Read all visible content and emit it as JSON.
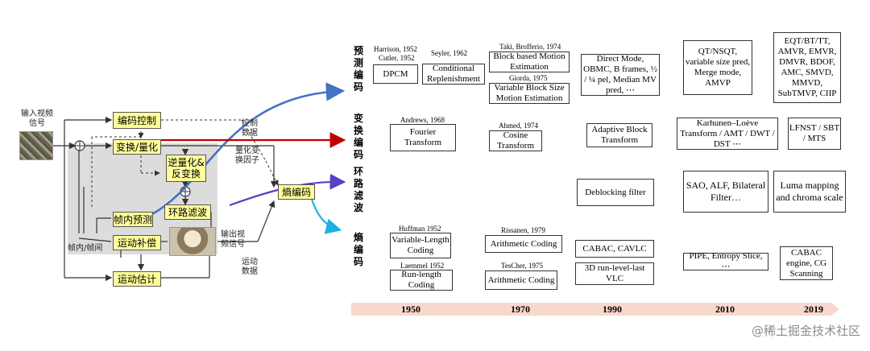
{
  "encoder": {
    "input_label": "输入视频信号",
    "coding_control": "编码控制",
    "transform_quant": "变换/量化",
    "inverse_quant": "逆量化&反变换",
    "loop_filter": "环路滤波",
    "intra_pred": "帧内预测",
    "motion_comp": "运动补偿",
    "motion_est": "运动估计",
    "entropy": "熵编码",
    "intra_inter": "帧内/帧间",
    "control_data": "控制数据",
    "quant_coeff": "量化变换因子",
    "output_label": "输出视频信号",
    "motion_data": "运动数据"
  },
  "categories": {
    "prediction": "预测编码",
    "transform": "变换编码",
    "loop_filter": "环路滤波",
    "entropy": "熵编码"
  },
  "timeline": {
    "years": [
      "1950",
      "1970",
      "1990",
      "2010",
      "2019"
    ],
    "refs": {
      "harrison": "Harrison, 1952",
      "cutler": "Cutler, 1952",
      "seyler": "Seyler, 1962",
      "taki": "Taki, Brofferio, 1974",
      "giorda": "Giorda, 1975",
      "andrews": "Andrews, 1968",
      "ahmed": "Ahmed, 1974",
      "huffman": "Huffman 1952",
      "laemmel": "Laemmel 1952",
      "rissanen": "Rissanen, 1979",
      "tescher": "TesCher, 1975"
    },
    "boxes": {
      "dpcm": "DPCM",
      "cond_repl": "Conditional Replenishment",
      "block_me": "Block based Motion Estimation",
      "vbs_me": "Variable Block Size Motion Estimation",
      "direct_mode": "Direct Mode, OBMC, B frames, ½ / ¼ pel, Median MV pred, ⋯",
      "qt_nsqt": "QT/NSQT, variable size pred, Merge mode, AMVP",
      "eqt": "EQT/BT/TT, AMVR, EMVR, DMVR, BDOF, AMC, SMVD, MMVD, SubTMVP, CIIP",
      "fourier": "Fourier Transform",
      "cosine": "Cosine Transform",
      "adaptive_block": "Adaptive Block Transform",
      "klt": "Karhunen–Loève Transform / AMT / DWT / DST ⋯",
      "lfnst": "LFNST / SBT / MTS",
      "deblocking": "Deblocking filter",
      "sao": "SAO, ALF, Bilateral Filter…",
      "luma_mapping": "Luma mapping and chroma scale",
      "vl_coding": "Variable-Length Coding",
      "arith1": "Arithmetic Coding",
      "cabac_cavlc": "CABAC, CAVLC",
      "pipe": "PIPE, Entropy Slice, ⋯",
      "cabac_cg": "CABAC engine, CG Scanning",
      "run_length": "Run-length Coding",
      "arith2": "Arithmetic Coding",
      "run_level": "3D run-level-last VLC"
    }
  },
  "watermark": "@稀土掘金技术社区",
  "colors": {
    "block_fill": "#ffff99",
    "arrow_blue": "#4472c4",
    "arrow_red": "#c00000",
    "arrow_purple": "#5b3fc4",
    "arrow_cyan": "#1fb0e6",
    "timeline_bar": "#f8d8cc"
  }
}
